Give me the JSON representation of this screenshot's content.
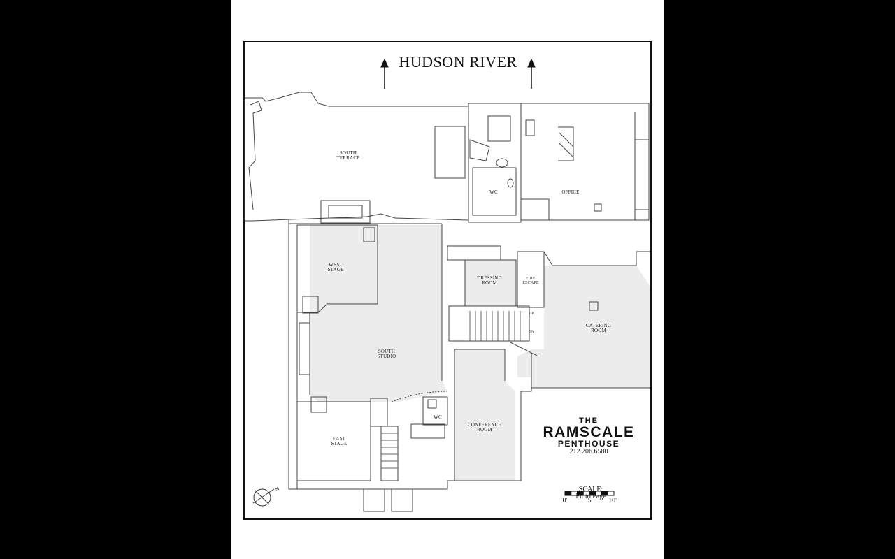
{
  "header": {
    "river": "HUDSON RIVER"
  },
  "rooms": {
    "south_terrace": "SOUTH\nTERRACE",
    "wc_top": "WC",
    "office": "OFFICE",
    "west_stage": "WEST\nSTAGE",
    "dressing_room": "DRESSING\nROOM",
    "fire_escape": "FIRE\nESCAPE",
    "catering_room": "CATERING\nROOM",
    "south_studio": "SOUTH\nSTUDIO",
    "wc_bottom": "WC",
    "conference_room": "CONFERENCE\nROOM",
    "east_stage": "EAST\nSTAGE",
    "stair_up": "UP",
    "stair_dn": "DN"
  },
  "brand": {
    "line1": "THE",
    "line2": "RAMSCALE",
    "line3": "PENTHOUSE",
    "phone": "212.206.6580"
  },
  "scale": {
    "label_prefix": "SCALE:",
    "label_value": "Fit to Page",
    "ticks": [
      "0'",
      "5'",
      "10'"
    ]
  },
  "compass": {
    "label": "N"
  },
  "colors": {
    "room_fill": "#ececec",
    "wall": "#444444",
    "frame": "#111111"
  }
}
